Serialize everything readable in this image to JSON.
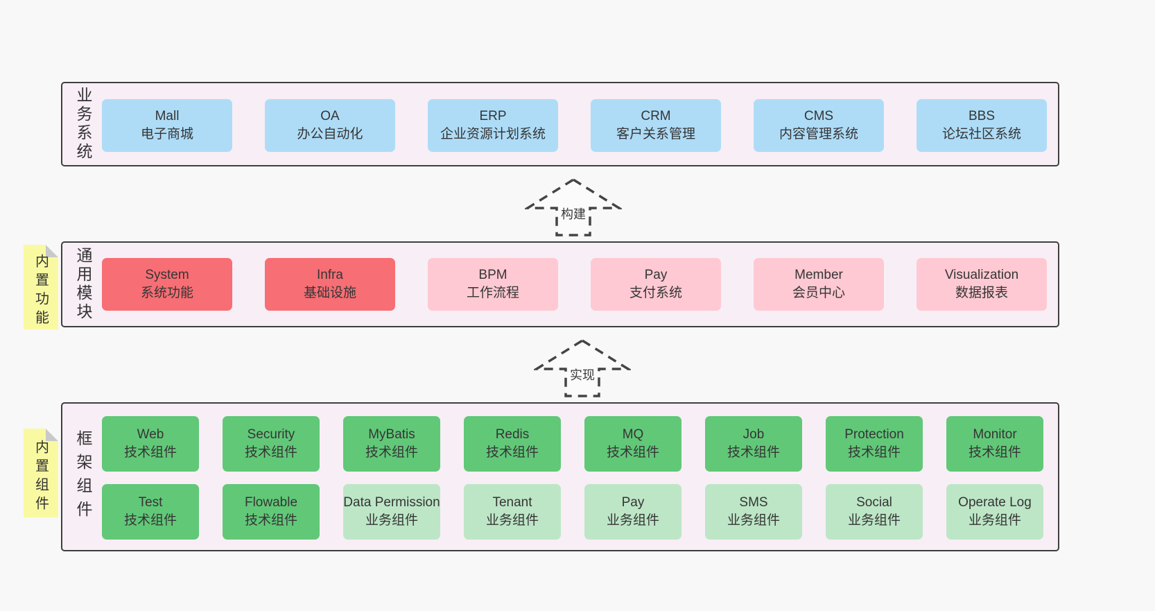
{
  "canvas": {
    "background": "#f8f8f8"
  },
  "colors": {
    "panel_bg": "#f8eef6",
    "panel_border": "#3f3f3f",
    "box_blue": "#aedcf7",
    "box_red": "#f76e74",
    "box_pink": "#fec9d3",
    "box_green": "#61c878",
    "box_light_green": "#bde6c6",
    "note_bg": "#f9f9a2",
    "note_fold": "#c9c9c9",
    "text": "#333333"
  },
  "arrows": [
    {
      "label": "构建"
    },
    {
      "label": "实现"
    }
  ],
  "notes": [
    {
      "label": "内置功能"
    },
    {
      "label": "内置组件"
    }
  ],
  "layers": [
    {
      "label": "业务系统",
      "boxes": [
        {
          "en": "Mall",
          "zh": "电子商城"
        },
        {
          "en": "OA",
          "zh": "办公自动化"
        },
        {
          "en": "ERP",
          "zh": "企业资源计划系统"
        },
        {
          "en": "CRM",
          "zh": "客户关系管理"
        },
        {
          "en": "CMS",
          "zh": "内容管理系统"
        },
        {
          "en": "BBS",
          "zh": "论坛社区系统"
        }
      ]
    },
    {
      "label": "通用模块",
      "boxes": [
        {
          "en": "System",
          "zh": "系统功能",
          "style": "red"
        },
        {
          "en": "Infra",
          "zh": "基础设施",
          "style": "red"
        },
        {
          "en": "BPM",
          "zh": "工作流程",
          "style": "pink"
        },
        {
          "en": "Pay",
          "zh": "支付系统",
          "style": "pink"
        },
        {
          "en": "Member",
          "zh": "会员中心",
          "style": "pink"
        },
        {
          "en": "Visualization",
          "zh": "数据报表",
          "style": "pink"
        }
      ]
    },
    {
      "label": "框架组件",
      "rows": [
        [
          {
            "en": "Web",
            "zh": "技术组件",
            "style": "green"
          },
          {
            "en": "Security",
            "zh": "技术组件",
            "style": "green"
          },
          {
            "en": "MyBatis",
            "zh": "技术组件",
            "style": "green"
          },
          {
            "en": "Redis",
            "zh": "技术组件",
            "style": "green"
          },
          {
            "en": "MQ",
            "zh": "技术组件",
            "style": "green"
          },
          {
            "en": "Job",
            "zh": "技术组件",
            "style": "green"
          },
          {
            "en": "Protection",
            "zh": "技术组件",
            "style": "green"
          },
          {
            "en": "Monitor",
            "zh": "技术组件",
            "style": "green"
          }
        ],
        [
          {
            "en": "Test",
            "zh": "技术组件",
            "style": "green"
          },
          {
            "en": "Flowable",
            "zh": "技术组件",
            "style": "green"
          },
          {
            "en": "Data Permission",
            "zh": "业务组件",
            "style": "light-green"
          },
          {
            "en": "Tenant",
            "zh": "业务组件",
            "style": "light-green"
          },
          {
            "en": "Pay",
            "zh": "业务组件",
            "style": "light-green"
          },
          {
            "en": "SMS",
            "zh": "业务组件",
            "style": "light-green"
          },
          {
            "en": "Social",
            "zh": "业务组件",
            "style": "light-green"
          },
          {
            "en": "Operate Log",
            "zh": "业务组件",
            "style": "light-green"
          }
        ]
      ]
    }
  ]
}
